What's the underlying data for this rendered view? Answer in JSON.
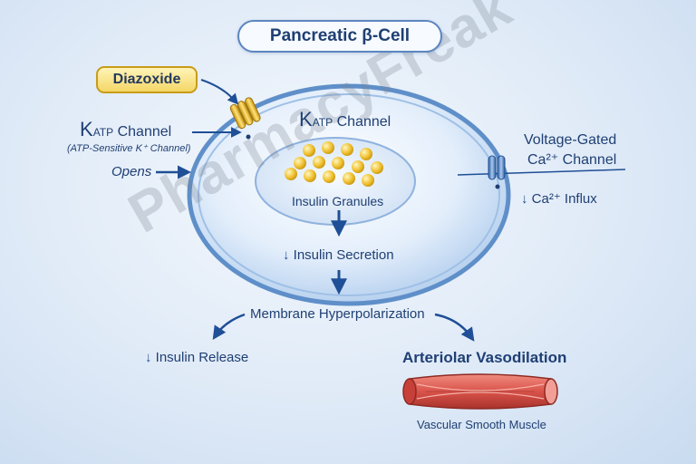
{
  "title": "Pancreatic β-Cell",
  "drug": "Diazoxide",
  "katp_outside": {
    "k": "K",
    "sub": "ATP",
    "rest": " Channel",
    "subtitle": "(ATP-Sensitive K⁺ Channel)"
  },
  "katp_inside": {
    "k": "K",
    "sub": "ATP",
    "rest": " Channel"
  },
  "opens_label": "Opens",
  "granules_label": "Insulin Granules",
  "secretion_label": "Insulin Secretion",
  "vgcc_label_line1": "Voltage-Gated",
  "vgcc_label_line2": "Ca²⁺ Channel",
  "ca_influx_label": "Ca²⁺ Influx",
  "hyperpolarization_label": "Membrane Hyperpolarization",
  "insulin_release_label": "Insulin Release",
  "vasodilation_label": "Arteriolar Vasodilation",
  "muscle_label": "Vascular Smooth Muscle",
  "decrease_symbol": "↓",
  "watermark": "PharmacyFreak",
  "colors": {
    "text": "#1f3f73",
    "arrow": "#1f4f96",
    "drug_fill": "#f4d766",
    "granule": "#f1c232",
    "muscle": "#d9534a"
  }
}
